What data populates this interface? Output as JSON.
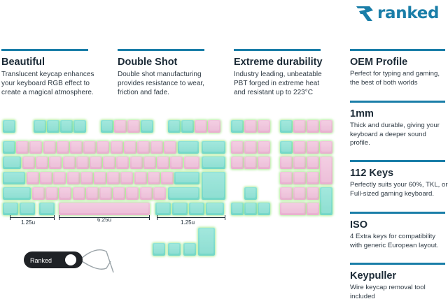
{
  "brand": {
    "name": "ranked",
    "color": "#1a7ea8"
  },
  "columns": [
    {
      "title": "Beautiful",
      "desc": "Translucent keycap enhances your keyboard RGB effect to create a magical atmosphere."
    },
    {
      "title": "Double Shot",
      "desc": "Double shot manufacturing provides resistance to wear, friction and fade."
    },
    {
      "title": "Extreme durability",
      "desc": "Industry leading, unbeatable PBT forged in extreme heat and resistant up to 223°C"
    }
  ],
  "features": [
    {
      "title": "OEM Profile",
      "desc": "Perfect for typing and gaming, the best of both worlds"
    },
    {
      "title": "1mm",
      "desc": "Thick and durable, giving your keyboard a deeper sound profile."
    },
    {
      "title": "112 Keys",
      "desc": "Perfectly suits your 60%, TKL, or Full-sized gaming keyboard."
    },
    {
      "title": "ISO",
      "desc": "4 Extra keys for compatibility with generic European layout."
    },
    {
      "title": "Keypuller",
      "desc": "Wire keycap removal tool included"
    }
  ],
  "dimensions": {
    "left": "1.25u",
    "space": "6.25u",
    "right": "1.25u"
  },
  "keypuller": {
    "label": "Ranked"
  },
  "colors": {
    "teal": "#80ddcf",
    "pink": "#ecb8d5",
    "glow": "#96e678"
  }
}
